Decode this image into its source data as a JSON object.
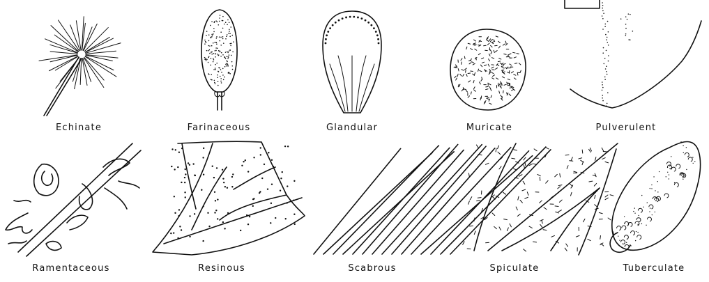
{
  "figures": [
    {
      "label": "Echinate"
    },
    {
      "label": "Farinaceous"
    },
    {
      "label": "Glandular"
    },
    {
      "label": "Muricate"
    },
    {
      "label": "Pulverulent"
    },
    {
      "label": "Ramentaceous"
    },
    {
      "label": "Resinous"
    },
    {
      "label": "Scabrous"
    },
    {
      "label": "Spiculate"
    },
    {
      "label": "Tuberculate"
    }
  ],
  "colors": {
    "ink": "#111111",
    "paper": "#ffffff"
  }
}
